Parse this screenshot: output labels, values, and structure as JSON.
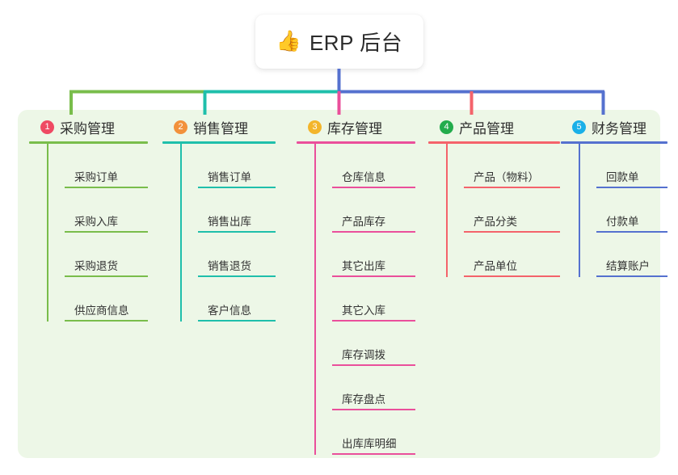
{
  "diagram": {
    "type": "mindmap",
    "root": {
      "icon": "thumbs-up-icon",
      "icon_glyph": "👍",
      "title": "ERP 后台"
    },
    "panel_color": "#edf7e7",
    "branches": [
      {
        "index": "1",
        "title": "采购管理",
        "badge_color": "#ef4a63",
        "line_color": "#79bd4b",
        "leaf_width": 103,
        "items": [
          {
            "label": "采购订单"
          },
          {
            "label": "采购入库"
          },
          {
            "label": "采购退货"
          },
          {
            "label": "供应商信息"
          }
        ]
      },
      {
        "index": "2",
        "title": "销售管理",
        "badge_color": "#f2913c",
        "line_color": "#1fbfab",
        "leaf_width": 96,
        "items": [
          {
            "label": "销售订单"
          },
          {
            "label": "销售出库"
          },
          {
            "label": "销售退货"
          },
          {
            "label": "客户信息"
          }
        ]
      },
      {
        "index": "3",
        "title": "库存管理",
        "badge_color": "#f3b52b",
        "line_color": "#ea4f9b",
        "leaf_width": 103,
        "items": [
          {
            "label": "仓库信息"
          },
          {
            "label": "产品库存"
          },
          {
            "label": "其它出库"
          },
          {
            "label": "其它入库"
          },
          {
            "label": "库存调拨"
          },
          {
            "label": "库存盘点"
          },
          {
            "label": "出库库明细"
          }
        ]
      },
      {
        "index": "4",
        "title": "产品管理",
        "badge_color": "#23ac4c",
        "line_color": "#f4636b",
        "leaf_width": 119,
        "items": [
          {
            "label": "产品（物料）"
          },
          {
            "label": "产品分类"
          },
          {
            "label": "产品单位"
          }
        ]
      },
      {
        "index": "5",
        "title": "财务管理",
        "badge_color": "#1ab0e8",
        "line_color": "#5571cf",
        "leaf_width": 88,
        "items": [
          {
            "label": "回款单"
          },
          {
            "label": "付款单"
          },
          {
            "label": "结算账户"
          }
        ]
      }
    ]
  }
}
